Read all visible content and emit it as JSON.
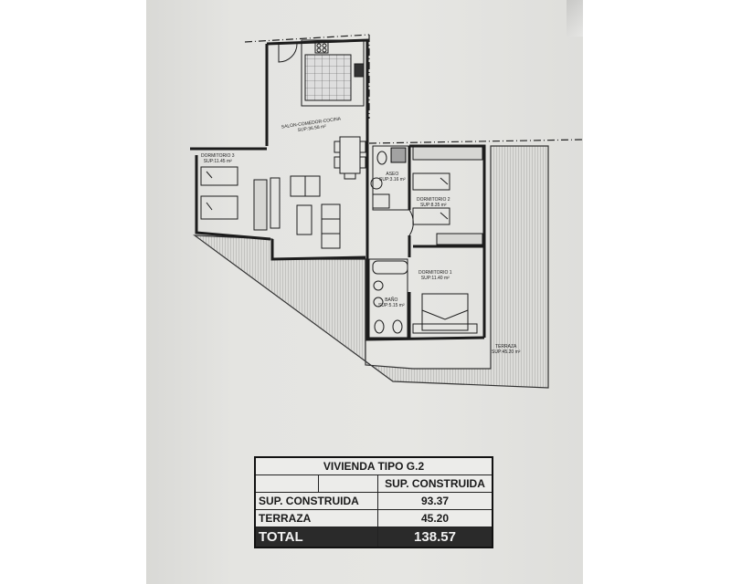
{
  "document": {
    "type": "floor-plan",
    "plan": {
      "rooms": [
        {
          "id": "salon",
          "name": "SALON-COMEDOR-COCINA",
          "area": "SUP:36.58 m²"
        },
        {
          "id": "dorm3",
          "name": "DORMITORIO 3",
          "area": "SUP:11.45 m²"
        },
        {
          "id": "aseo",
          "name": "ASEO",
          "area": "SUP:3.16 m²"
        },
        {
          "id": "dorm2",
          "name": "DORMITORIO 2",
          "area": "SUP:8.35 m²"
        },
        {
          "id": "dorm1",
          "name": "DORMITORIO 1",
          "area": "SUP:11.40 m²"
        },
        {
          "id": "bano",
          "name": "BAÑO",
          "area": "SUP:5.15 m²"
        },
        {
          "id": "terraza",
          "name": "TERRAZA",
          "area": "SUP:45.20 m²"
        }
      ]
    },
    "area_table": {
      "title": "VIVIENDA TIPO G.2",
      "header": {
        "col1": "",
        "col2": "",
        "col3": "SUP. CONSTRUIDA"
      },
      "rows": [
        {
          "label": "SUP. CONSTRUIDA",
          "value": "93.37"
        },
        {
          "label": "TERRAZA",
          "value": "45.20"
        }
      ],
      "total": {
        "label": "TOTAL",
        "value": "138.57"
      }
    }
  },
  "colors": {
    "paper": "#e4e4e1",
    "ink": "#1a1a1a",
    "total_bg": "#2a2a2a",
    "total_text": "#f2f2f2"
  }
}
